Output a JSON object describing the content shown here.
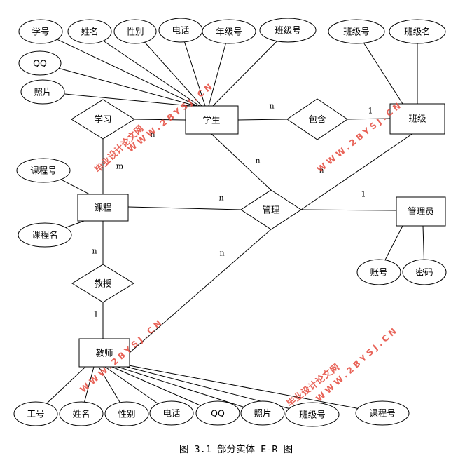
{
  "entities": {
    "student": "学生",
    "class": "班级",
    "course": "课程",
    "admin": "管理员",
    "teacher": "教师"
  },
  "relationships": {
    "study": "学习",
    "contains": "包含",
    "manage": "管理",
    "teach": "教授"
  },
  "attributes": {
    "student": [
      "学号",
      "姓名",
      "性别",
      "电话",
      "年级号",
      "班级号",
      "QQ",
      "照片"
    ],
    "class": [
      "班级号",
      "班级名"
    ],
    "course": [
      "课程号",
      "课程名"
    ],
    "admin": [
      "账号",
      "密码"
    ],
    "teacher": [
      "工号",
      "姓名",
      "性别",
      "电话",
      "QQ",
      "照片",
      "班级号",
      "课程号"
    ]
  },
  "cardinalities": {
    "student_contains": "n",
    "class_contains": "1",
    "student_study": "n",
    "course_study": "m",
    "student_manage": "n",
    "class_manage": "n",
    "admin_manage": "1",
    "course_manage": "n",
    "course_teach": "n",
    "teacher_manage": "n",
    "teacher_teach": "1"
  },
  "watermark": {
    "url": "WWW.2BYSJ.CN",
    "site": "毕业设计论文网"
  },
  "caption": "图 3.1 部分实体 E-R 图",
  "colors": {
    "line": "#000000",
    "watermark": "#e5483b"
  }
}
